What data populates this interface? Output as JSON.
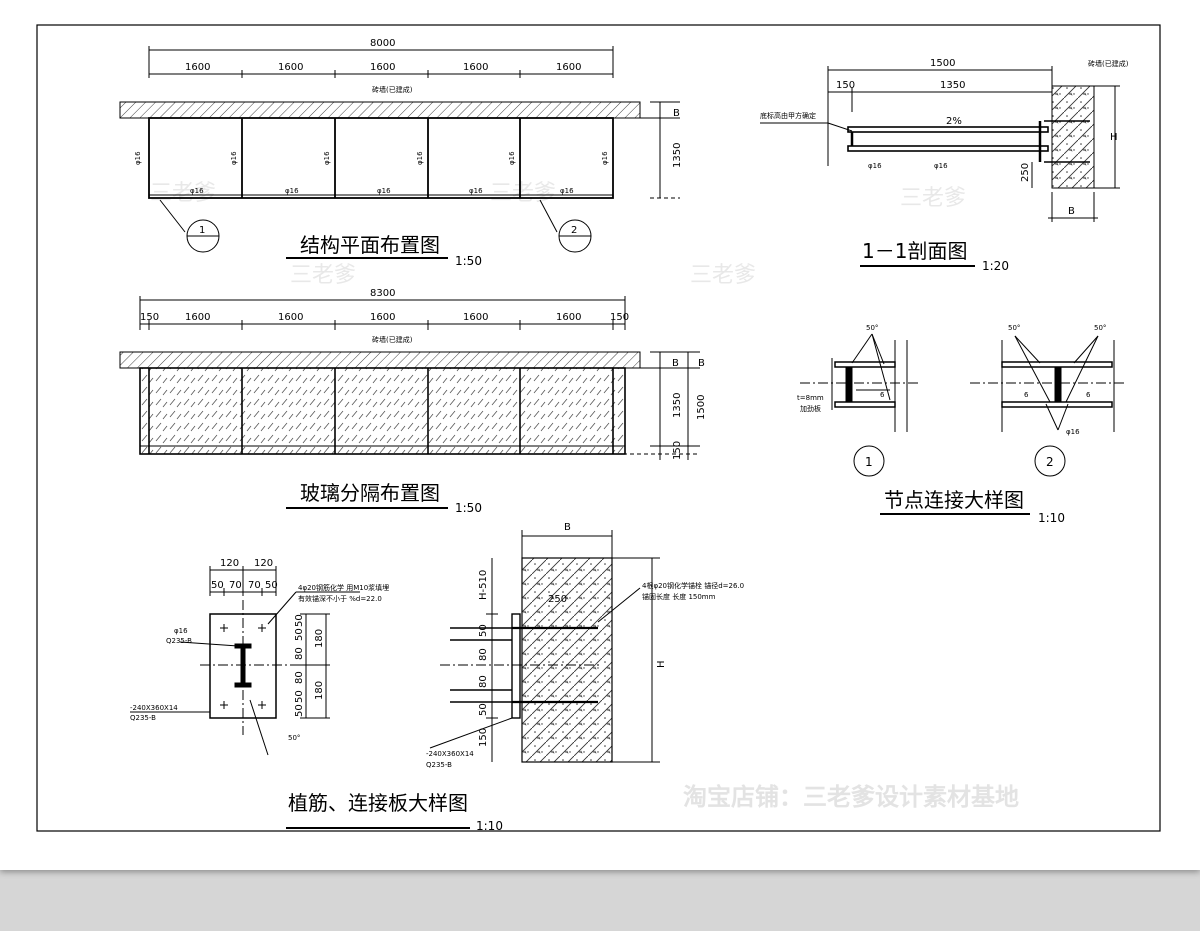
{
  "titles": {
    "plan": "结构平面布置图",
    "plan_scale": "1:50",
    "section": "1－1剖面图",
    "section_scale": "1:20",
    "glass": "玻璃分隔布置图",
    "glass_scale": "1:50",
    "node": "节点连接大样图",
    "node_scale": "1:10",
    "rebar": "植筋、连接板大样图",
    "rebar_scale": "1:10"
  },
  "plan": {
    "total": "8000",
    "spans": [
      "1600",
      "1600",
      "1600",
      "1600",
      "1600"
    ],
    "wall_note": "砖墙(已建成)",
    "depth_b": "B",
    "depth_1350": "1350",
    "bar": "φ16",
    "cut1": "1",
    "cut2": "2"
  },
  "glass": {
    "total": "8300",
    "edge": "150",
    "spans": [
      "1600",
      "1600",
      "1600",
      "1600",
      "1600"
    ],
    "wall_note": "砖墙(已建成)",
    "d_b": "B",
    "d_1350": "1350",
    "d_150": "150",
    "d_1500": "1500"
  },
  "section": {
    "total": "1500",
    "left": "150",
    "right": "1350",
    "slope": "2%",
    "wall_note": "砖墙(已建成)",
    "left_note": "底标高由甲方确定",
    "dim_250": "250",
    "dim_h": "H",
    "dim_b": "B",
    "bar": "φ16"
  },
  "node": {
    "angle": "50°",
    "weld": "6",
    "t_label": "t=8mm",
    "plate_label": "加劲板",
    "bar": "φ16",
    "n1": "1",
    "n2": "2"
  },
  "rebar": {
    "w1": "120",
    "w2": "120",
    "s1": "50",
    "s2": "70",
    "s3": "70",
    "s4": "50",
    "note1": "4φ20钢筋化学 用M10浆填埋",
    "note2": "有效锚深不小于 %d=22.0",
    "bar_label": "φ16",
    "mat1": "Q235-B",
    "plate": "-240X360X14",
    "mat2": "Q235-B",
    "v_50a": "50",
    "v_50b": "50",
    "v_80a": "80",
    "v_80b": "80",
    "v_50c": "50",
    "v_50d": "50",
    "v_180a": "180",
    "v_180b": "180",
    "angle": "50°",
    "b": "B",
    "h510": "H-510",
    "h": "H",
    "d250": "250",
    "d150": "150",
    "note3": "4根φ20钢化学锚栓 锚径d=26.0",
    "note4": "锚固长度 长度 150mm",
    "plate2": "-240X360X14",
    "mat3": "Q235-B"
  },
  "watermarks": {
    "mark": "三老爹",
    "shop": "淘宝店铺：三老爹设计素材基地"
  }
}
